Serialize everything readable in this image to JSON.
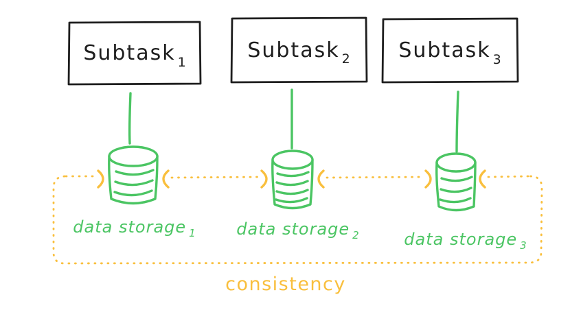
{
  "diagram": {
    "subtasks": [
      {
        "label": "Subtask",
        "subscript": "1"
      },
      {
        "label": "Subtask",
        "subscript": "2"
      },
      {
        "label": "Subtask",
        "subscript": "3"
      }
    ],
    "storages": [
      {
        "label": "data storage",
        "subscript": "1"
      },
      {
        "label": "data storage",
        "subscript": "2"
      },
      {
        "label": "data storage",
        "subscript": "3"
      }
    ],
    "boundary_label": "consistency",
    "icons": {
      "database": "database-icon",
      "sync": "arrowhead-icon"
    }
  },
  "colors": {
    "ink": "#1e1e1e",
    "green": "#4bc563",
    "yellow": "#f9bf3d",
    "background": "#ffffff"
  }
}
